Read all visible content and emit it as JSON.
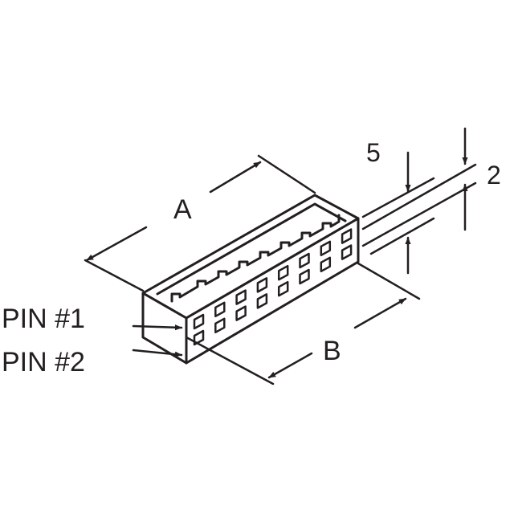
{
  "colors": {
    "ink": "#231f20",
    "background": "#ffffff"
  },
  "labels": {
    "dim_a": "A",
    "dim_b": "B",
    "dim_5": "5",
    "dim_2": "2",
    "pin1": "PIN #1",
    "pin2": "PIN #2"
  }
}
